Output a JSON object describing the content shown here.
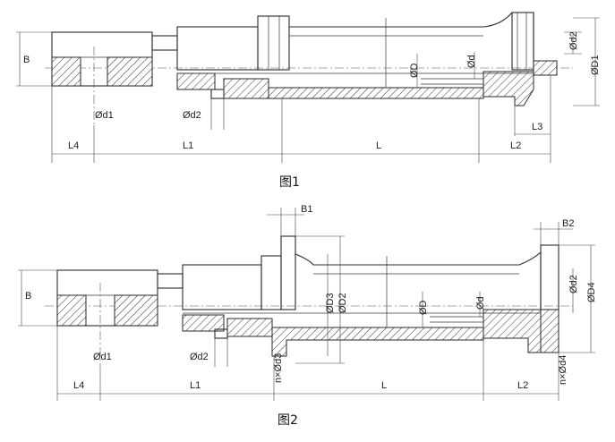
{
  "figure1": {
    "caption": "图1",
    "labels": {
      "B": "B",
      "d1": "Ød1",
      "d2": "Ød2",
      "D": "ØD",
      "d": "Ød",
      "d2_top": "Ød2",
      "D1": "ØD1",
      "L4": "L4",
      "L1": "L1",
      "L": "L",
      "L2": "L2",
      "L3": "L3"
    }
  },
  "figure2": {
    "caption": "图2",
    "labels": {
      "B": "B",
      "B1": "B1",
      "B2": "B2",
      "d1": "Ød1",
      "d2": "Ød2",
      "D3": "ØD3",
      "D2": "ØD2",
      "D": "ØD",
      "d": "Ød",
      "d2_right": "Ød2",
      "D4": "ØD4",
      "n_d3": "n×Ød3",
      "n_d4": "n×Ød4",
      "L4": "L4",
      "L1": "L1",
      "L": "L",
      "L2": "L2"
    }
  }
}
